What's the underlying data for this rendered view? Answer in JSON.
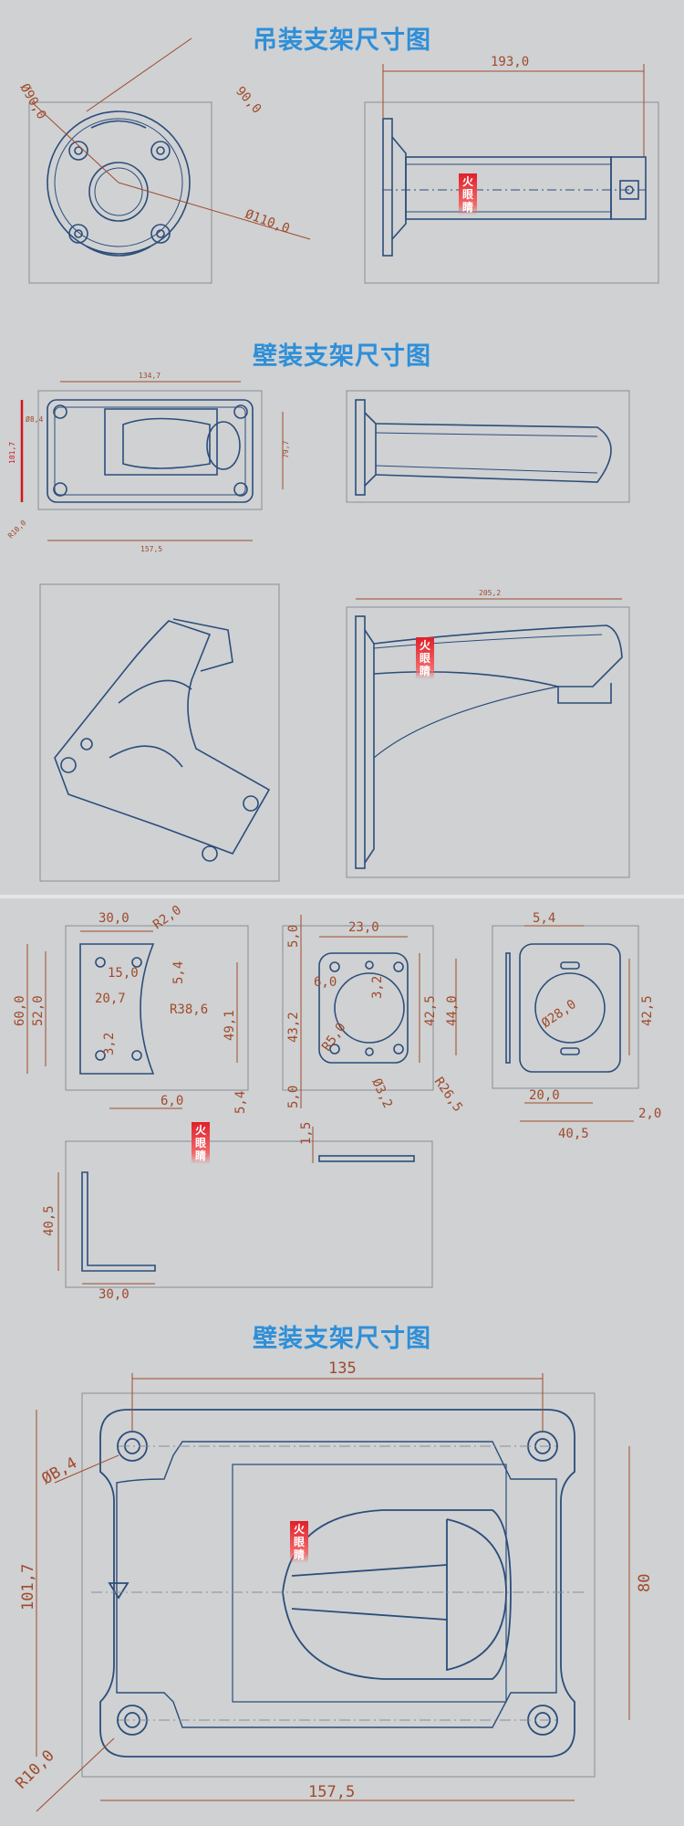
{
  "titles": {
    "ceiling": "吊装支架尺寸图",
    "wall_top": "壁装支架尺寸图",
    "wall_bottom": "壁装支架尺寸图"
  },
  "watermark": [
    "火",
    "眼",
    "睛"
  ],
  "colors": {
    "background": "#cfd1d3",
    "title": "#2e8fd8",
    "line": "#2c4d7a",
    "dimension": "#a04a2a"
  },
  "dims": {
    "ceiling": {
      "d90_diag": "90,0",
      "d90_circle": "Ø90,0",
      "d110": "Ø110,0",
      "d193": "193,0"
    },
    "wall_top": {
      "d134": "134,7",
      "d8": "Ø8,4",
      "d101": "101,7",
      "d79": "79,7",
      "d157": "157,5",
      "r10": "R10,0",
      "d205": "205,2"
    },
    "flat": {
      "d30": "30,0",
      "r2": "R2,0",
      "d60": "60,0",
      "d52": "52,0",
      "d15": "15,0",
      "d5a": "5,4",
      "d20_7": "20,7",
      "r38": "R38,6",
      "d49": "49,1",
      "d3_2a": "3,2",
      "d6": "6,0",
      "d5_4b": "5,4",
      "d5a2": "5,0",
      "d43": "43,2",
      "d5b": "5,0",
      "d6b": "6,0",
      "d23": "23,0",
      "d3_2b": "3,2",
      "r5": "R5,0",
      "d3_2c": "Ø3,2",
      "r26": "R26,5",
      "d42": "42,5",
      "d44": "44,0",
      "d5_4c": "5,4",
      "d28": "Ø28,0",
      "d42b": "42,5",
      "d20": "20,0",
      "d2": "2,0",
      "d40": "40,5",
      "d1_5": "1,5",
      "d40b": "40,5",
      "d30b": "30,0"
    },
    "wall_bottom": {
      "d135": "135",
      "d8_4": "ØB,4",
      "d101": "101,7",
      "d80": "80",
      "r10": "R10,0",
      "d157": "157,5"
    }
  }
}
